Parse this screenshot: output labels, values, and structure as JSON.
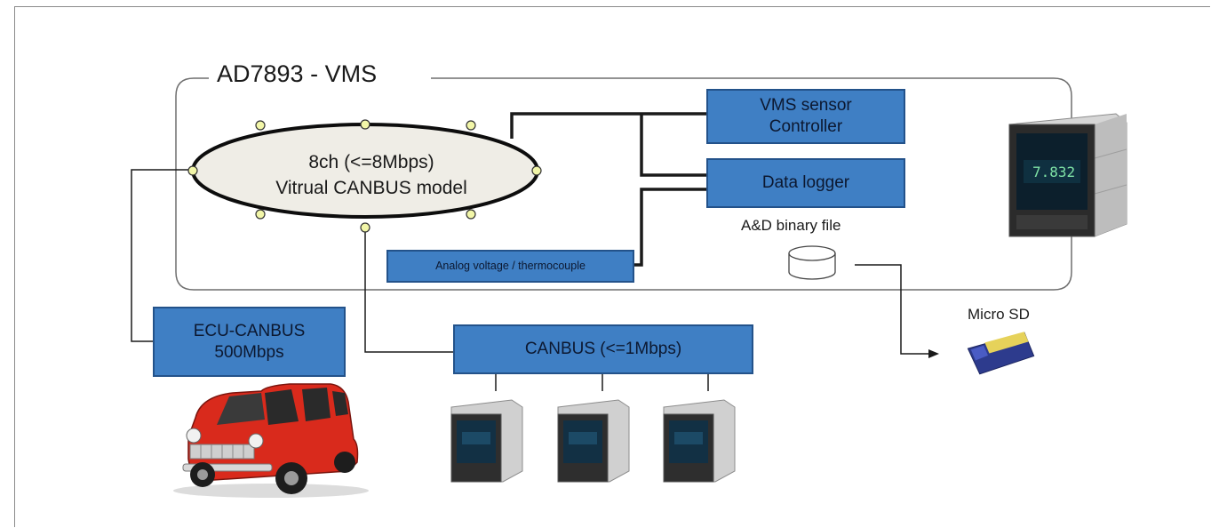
{
  "diagram": {
    "title": "AD7893 - VMS",
    "virtual_canbus": {
      "line1": "8ch (<=8Mbps)",
      "line2": "Vitrual CANBUS model"
    },
    "vms_sensor_controller": "VMS sensor\nController",
    "data_logger": "Data logger",
    "analog_input": "Analog voltage / thermocouple",
    "binary_file_label": "A&D binary file",
    "micro_sd_label": "Micro SD",
    "ecu_canbus": "ECU-CANBUS\n500Mbps",
    "canbus": "CANBUS (<=1Mbps)",
    "main_display_value": "7.832",
    "colors": {
      "box_fill": "#3f7fc4",
      "box_border": "#23528a",
      "car_body": "#d92a1c",
      "ellipse_fill": "#efede6"
    },
    "icons": [
      "database-icon",
      "micro-sd-icon",
      "car-icon",
      "measurement-device-icon"
    ]
  }
}
